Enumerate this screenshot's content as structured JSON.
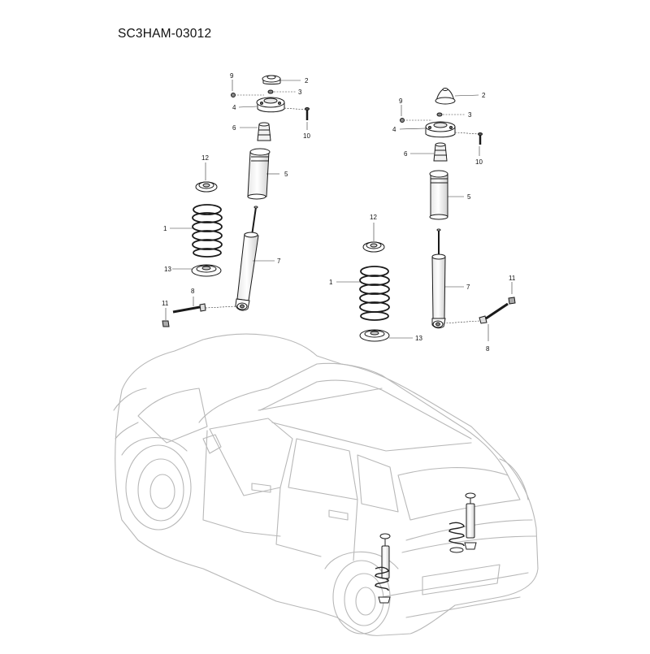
{
  "diagram": {
    "drawing_code": "SC3HAM-03012",
    "callouts": {
      "left_assembly": {
        "c1": "1",
        "c2": "2",
        "c3": "3",
        "c4": "4",
        "c5": "5",
        "c6": "6",
        "c7": "7",
        "c8": "8",
        "c9": "9",
        "c10": "10",
        "c11": "11",
        "c12": "12",
        "c13": "13"
      },
      "right_assembly": {
        "c1": "1",
        "c2": "2",
        "c3": "3",
        "c4": "4",
        "c5": "5",
        "c6": "6",
        "c7": "7",
        "c8": "8",
        "c9": "9",
        "c10": "10",
        "c11": "11",
        "c12": "12",
        "c13": "13"
      }
    },
    "parts": [
      {
        "part": "coil-spring",
        "callout": "1"
      },
      {
        "part": "top-mount-cap",
        "callout": "2"
      },
      {
        "part": "nut",
        "callout": "3"
      },
      {
        "part": "upper-mount",
        "callout": "4"
      },
      {
        "part": "dust-boot",
        "callout": "5"
      },
      {
        "part": "bump-stop",
        "callout": "6"
      },
      {
        "part": "shock-absorber",
        "callout": "7"
      },
      {
        "part": "lower-bolt",
        "callout": "8"
      },
      {
        "part": "washer",
        "callout": "9"
      },
      {
        "part": "mount-bolt",
        "callout": "10"
      },
      {
        "part": "lower-nut",
        "callout": "11"
      },
      {
        "part": "upper-spring-seat",
        "callout": "12"
      },
      {
        "part": "lower-spring-seat",
        "callout": "13"
      }
    ]
  },
  "colors": {
    "line": "#1a1a1a",
    "car_line": "#b8b8b8",
    "leader": "#333333",
    "part_fill": "#ffffff",
    "shade": "#d9d9d9"
  }
}
